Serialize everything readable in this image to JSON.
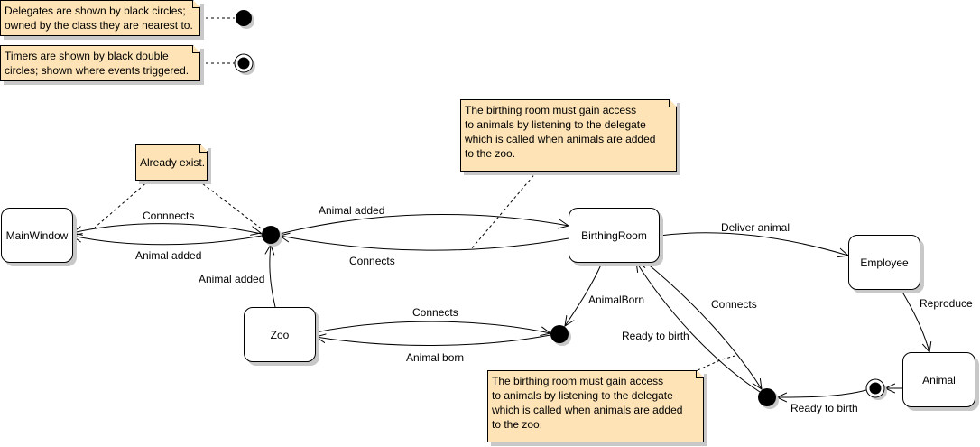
{
  "legend": {
    "delegate_note": "Delegates are shown by black circles;\nowned by the class they are nearest to.",
    "timer_note": "Timers are shown by black double\ncircles; shown where events triggered."
  },
  "notes": {
    "already_exist": "Already exist.",
    "birthing_access_top": "The birthing room must gain access\nto animals by listening to the delegate\nwhich is called when animals are added\nto the zoo.",
    "birthing_access_bottom": "The birthing room must gain access\nto animals by listening to the delegate\nwhich is called when animals are added\nto the zoo."
  },
  "states": {
    "main_window": "MainWindow",
    "birthing_room": "BirthingRoom",
    "employee": "Employee",
    "zoo": "Zoo",
    "animal": "Animal"
  },
  "transitions": {
    "mainwindow_connects": "Connnects",
    "mainwindow_animal_added": "Animal added",
    "birthing_animal_added": "Animal added",
    "birthing_connects": "Connects",
    "zoo_animal_added": "Animal added",
    "zoo_connects": "Connects",
    "zoo_animal_born": "Animal born",
    "animal_born": "AnimalBorn",
    "deliver_animal": "Deliver animal",
    "reproduce": "Reproduce",
    "ready_to_birth_br": "Ready to birth",
    "connects_birth": "Connects",
    "ready_to_birth_animal": "Ready to birth"
  },
  "colors": {
    "note_fill": "#fde3b6",
    "shadow": "#c8c8c8",
    "line": "#000000"
  }
}
